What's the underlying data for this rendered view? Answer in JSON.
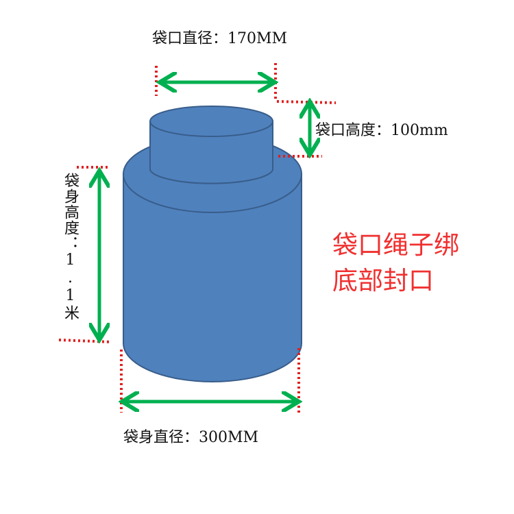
{
  "labels": {
    "mouth_diameter": "袋口直径：170MM",
    "mouth_height": "袋口高度：100mm",
    "body_height": "袋身高度：1.1米",
    "body_diameter": "袋身直径：300MM"
  },
  "note": {
    "line1": "袋口绳子绑",
    "line2": "底部封口"
  },
  "colors": {
    "cylinder_fill": "#4F81BD",
    "cylinder_stroke": "#385D8A",
    "arrow": "#00B050",
    "guide": "#E02020",
    "note": "#F03030"
  }
}
